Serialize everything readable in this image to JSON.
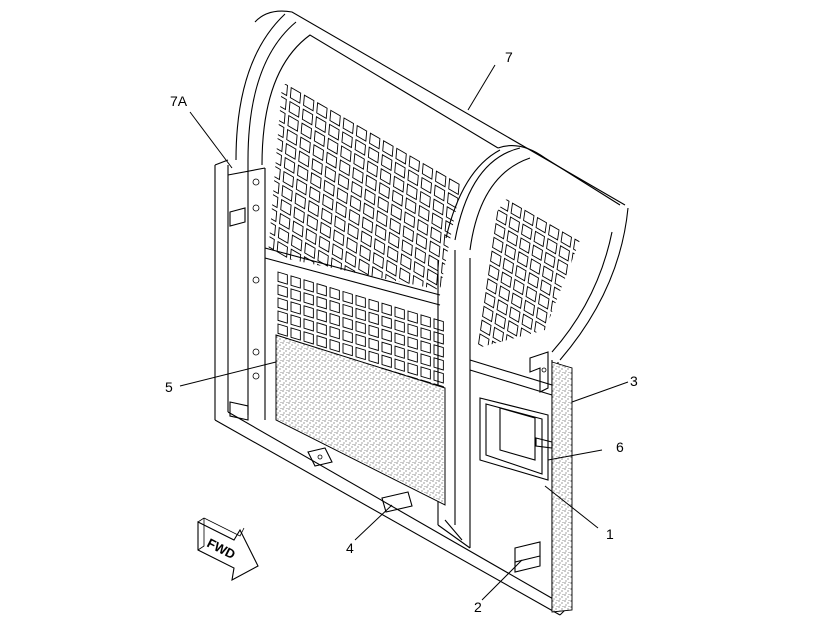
{
  "diagram": {
    "callouts": [
      {
        "id": "c1",
        "label": "1"
      },
      {
        "id": "c2",
        "label": "2"
      },
      {
        "id": "c3",
        "label": "3"
      },
      {
        "id": "c4",
        "label": "4"
      },
      {
        "id": "c5",
        "label": "5"
      },
      {
        "id": "c6",
        "label": "6"
      },
      {
        "id": "c7",
        "label": "7"
      },
      {
        "id": "c7a",
        "label": "7A"
      }
    ],
    "direction_label": "FWD",
    "colors": {
      "line": "#000000",
      "background": "#ffffff",
      "stipple": "#000000"
    }
  }
}
